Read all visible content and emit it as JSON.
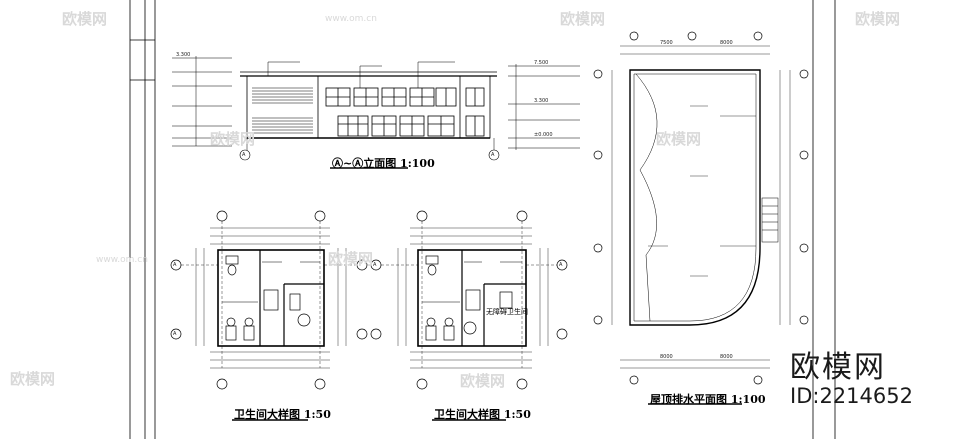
{
  "drawings": {
    "elevation_title": "Ⓐ~Ⓐ立面图 1:100",
    "toilet_detail_1_title": "卫生间大样图 1:50",
    "toilet_detail_2_title": "卫生间大样图 1:50",
    "roof_plan_title": "屋顶排水平面图 1:100",
    "toilet_2_room_label": "无障碍卫生间",
    "roof_plan_dims_top": [
      "7500",
      "8000"
    ],
    "roof_plan_dims_bottom": [
      "8000",
      "8000"
    ],
    "elevation_levels": [
      "3.300",
      "7.500",
      "3.300",
      "±0.000"
    ]
  },
  "watermark": {
    "brand": "欧模网",
    "url": "www.om.cn",
    "id_text": "ID:2214652"
  },
  "axis_marker": "A"
}
